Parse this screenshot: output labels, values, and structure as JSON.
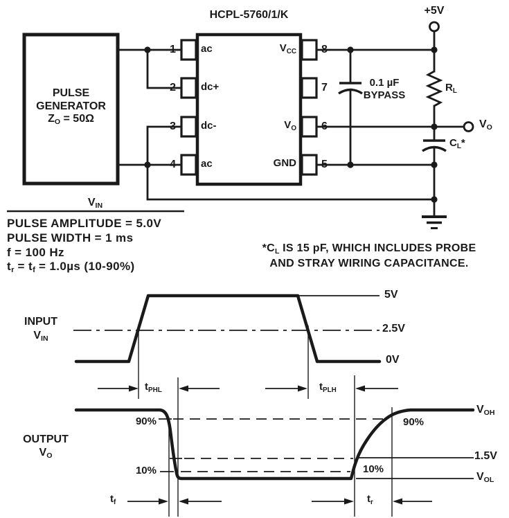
{
  "colors": {
    "ink": "#1a1a1a",
    "background": "#ffffff"
  },
  "circuit": {
    "ic_title": "HCPL-5760/1/K",
    "pulse_generator": {
      "line1": "PULSE",
      "line2": "GENERATOR",
      "impedance_base": "Z",
      "impedance_sub": "O",
      "impedance_rest": " = 50Ω"
    },
    "vin": {
      "base": "V",
      "sub": "IN"
    },
    "pins_left": [
      {
        "number": "1",
        "label": "ac"
      },
      {
        "number": "2",
        "label": "dc+"
      },
      {
        "number": "3",
        "label": "dc-"
      },
      {
        "number": "4",
        "label": "ac"
      }
    ],
    "pins_right": [
      {
        "number": "8",
        "label_base": "V",
        "label_sub": "CC"
      },
      {
        "number": "7",
        "label_base": "",
        "label_sub": ""
      },
      {
        "number": "6",
        "label_base": "V",
        "label_sub": "O"
      },
      {
        "number": "5",
        "label_base": "GND",
        "label_sub": ""
      }
    ],
    "supply": "+5V",
    "bypass": {
      "line1": "0.1 µF",
      "line2": "BYPASS"
    },
    "rl": {
      "base": "R",
      "sub": "L"
    },
    "vo_terminal": {
      "base": "V",
      "sub": "O"
    },
    "cl": {
      "base": "C",
      "sub": "L",
      "suffix": "*"
    }
  },
  "conditions": {
    "line1": "PULSE AMPLITUDE = 5.0V",
    "line2": "PULSE WIDTH = 1 ms",
    "line3": "f = 100 Hz",
    "line4": {
      "p1": "t",
      "s1": "r",
      "p2": " = t",
      "s2": "f",
      "p3": " = 1.0µs (10-90%)"
    }
  },
  "note": {
    "line1": {
      "p1": "*C",
      "s1": "L",
      "p2": " IS 15 pF, WHICH INCLUDES PROBE"
    },
    "line2": "AND STRAY WIRING CAPACITANCE."
  },
  "waveform": {
    "input_title": "INPUT",
    "input_signal": {
      "base": "V",
      "sub": "IN"
    },
    "levels": {
      "high": "5V",
      "mid": "2.5V",
      "low": "0V"
    },
    "tphl": {
      "base": "t",
      "sub": "PHL"
    },
    "tplh": {
      "base": "t",
      "sub": "PLH"
    },
    "output_title": "OUTPUT",
    "output_signal": {
      "base": "V",
      "sub": "O"
    },
    "pct90_left": "90%",
    "pct10_left": "10%",
    "pct10_right": "10%",
    "pct90_right": "90%",
    "voh": {
      "base": "V",
      "sub": "OH"
    },
    "vmid": "1.5V",
    "vol": {
      "base": "V",
      "sub": "OL"
    },
    "tf": {
      "base": "t",
      "sub": "f"
    },
    "tr": {
      "base": "t",
      "sub": "r"
    }
  }
}
